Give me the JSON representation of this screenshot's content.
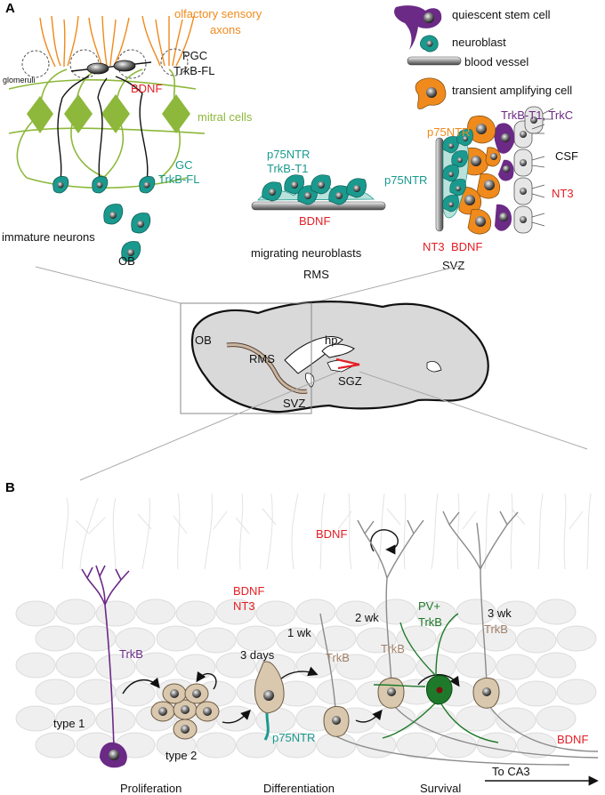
{
  "panel_a": {
    "letter": "A",
    "ob": {
      "axons": "olfactory sensory",
      "axons2": "axons",
      "glomeruli": "glomeruli",
      "pgc": "PGC",
      "trkb_fl": "TrkB-FL",
      "bdnf": "BDNF",
      "mitral": "mitral cells",
      "gc": "GC",
      "gc_trkb": "TrkB-FL",
      "immature": "immature neurons",
      "ob": "OB"
    },
    "rms": {
      "p75": "p75NTR",
      "trkb_t1": "TrkB-T1",
      "bdnf": "BDNF",
      "caption1": "migrating neuroblasts",
      "caption2": "RMS"
    },
    "legend": {
      "quiescent": "quiescent stem cell",
      "neuroblast": "neuroblast",
      "vessel": "blood vessel",
      "transient": "transient amplifying cell"
    },
    "svz": {
      "p75_top": "p75NTR",
      "trk": "TrkB-T1, TrkC",
      "csf": "CSF",
      "p75_left": "p75NTR",
      "nt3_right": "NT3",
      "nt3_bottom": "NT3",
      "bdnf": "BDNF",
      "svz": "SVZ"
    },
    "brain": {
      "ob": "OB",
      "rms": "RMS",
      "hp": "hp",
      "sgz": "SGZ",
      "svz": "SVZ"
    }
  },
  "panel_b": {
    "letter": "B",
    "bdnf_top": "BDNF",
    "bdnf_nt3_1": "BDNF",
    "bdnf_nt3_2": "NT3",
    "trkb_type1": "TrkB",
    "type1": "type 1",
    "type2": "type 2",
    "days3": "3 days",
    "p75": "p75NTR",
    "wk1": "1 wk",
    "trkb_1wk": "TrkB",
    "wk2": "2 wk",
    "trkb_2wk": "TrkB",
    "pv": "PV+",
    "pv_trkb": "TrkB",
    "wk3": "3 wk",
    "trkb_3wk": "TrkB",
    "bdnf_bottom": "BDNF",
    "to_ca3": "To CA3",
    "stage1": "Proliferation",
    "stage2": "Differentiation",
    "stage3": "Survival"
  },
  "colors": {
    "orange": "#f08a1c",
    "green": "#8db83b",
    "teal": "#1a9a8e",
    "red": "#e31e24",
    "purple": "#6b2a86",
    "tan": "#d9c8ad",
    "darkgreen": "#1e7a2a",
    "brown": "#a08068"
  }
}
